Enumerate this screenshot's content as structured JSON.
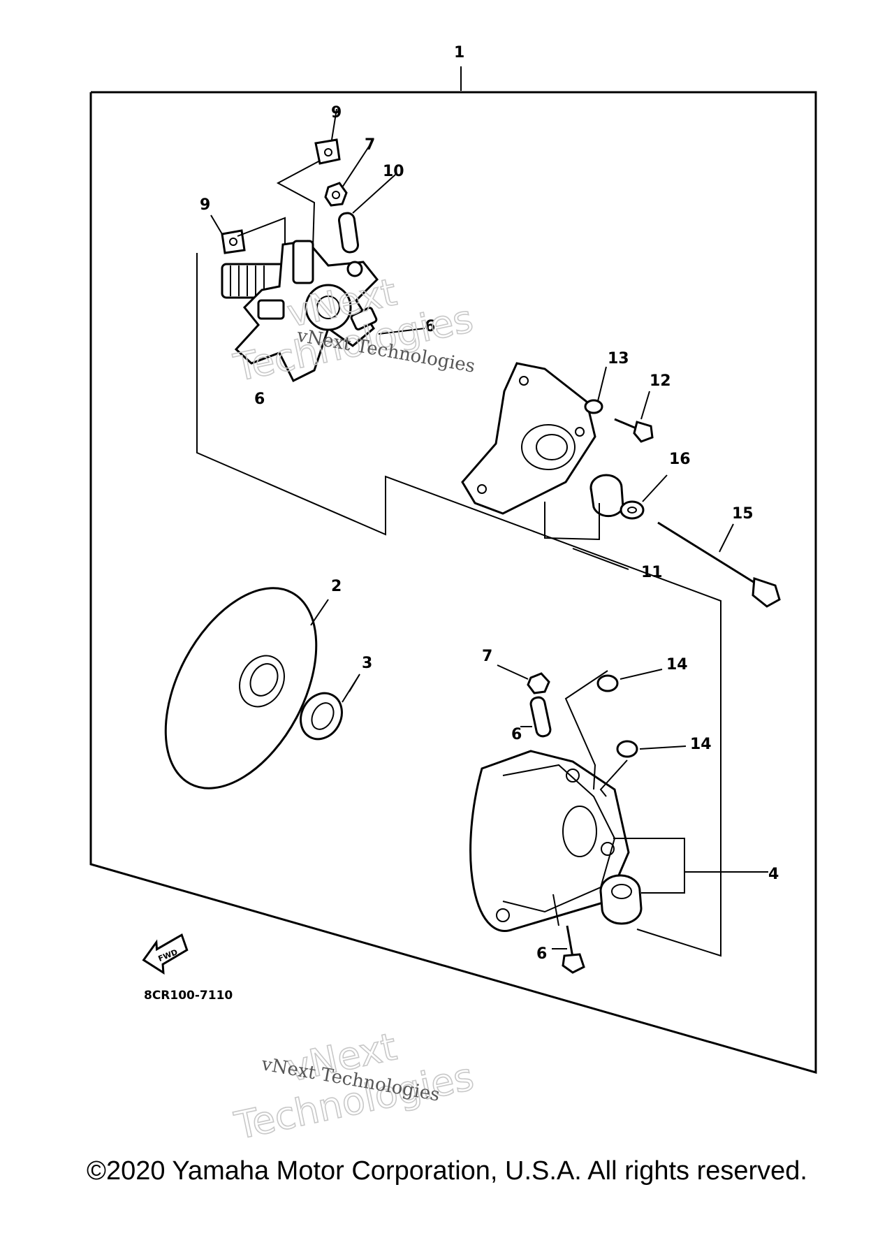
{
  "callouts": {
    "c1": "1",
    "c2": "2",
    "c3": "3",
    "c4": "4",
    "c6a": "6",
    "c6b": "6",
    "c6c": "6",
    "c6d": "6",
    "c7a": "7",
    "c7b": "7",
    "c9a": "9",
    "c9b": "9",
    "c10": "10",
    "c11": "11",
    "c12": "12",
    "c13": "13",
    "c14a": "14",
    "c14b": "14",
    "c15": "15",
    "c16": "16"
  },
  "fwd_label": "FWD",
  "drawing_code": "8CR100-7110",
  "watermark": {
    "line1": "vNext",
    "line2": "Technologies",
    "small": "vNext Technologies"
  },
  "copyright": "©2020 Yamaha Motor Corporation, U.S.A. All rights reserved."
}
